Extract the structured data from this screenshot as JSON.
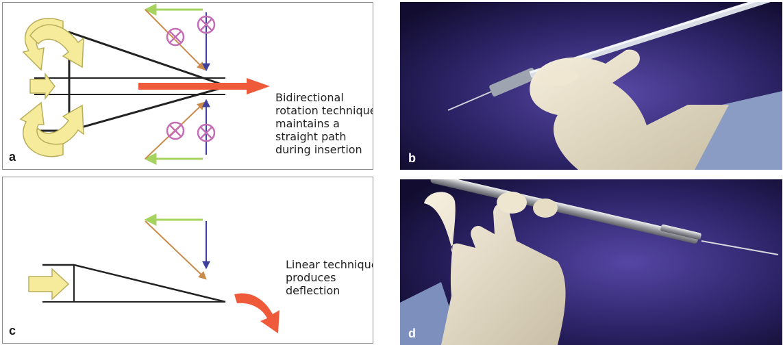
{
  "panels": {
    "a": {
      "label": "a",
      "caption_lines": [
        "Bidirectional",
        "rotation technique",
        "maintains a",
        "straight path",
        "during insertion"
      ]
    },
    "b": {
      "label": "b",
      "description_icon": "syringe-pen-grip-photo"
    },
    "c": {
      "label": "c",
      "caption_lines": [
        "Linear technique",
        "produces",
        "deflection"
      ]
    },
    "d": {
      "label": "d",
      "description_icon": "syringe-palm-grip-photo"
    }
  },
  "colors": {
    "rotation_arrow": "#f5eb9a",
    "rotation_arrow_edge": "#b8ae5a",
    "red_arrow": "#ee5a3a",
    "green_arrow": "#a6d35e",
    "orange_arrow": "#c98a4a",
    "blue_arrow": "#3c3f9c",
    "force_symbol": "#c46db4",
    "needle_outline": "#222222",
    "photo_background": "#1f1848",
    "glove": "#ece4cf"
  }
}
